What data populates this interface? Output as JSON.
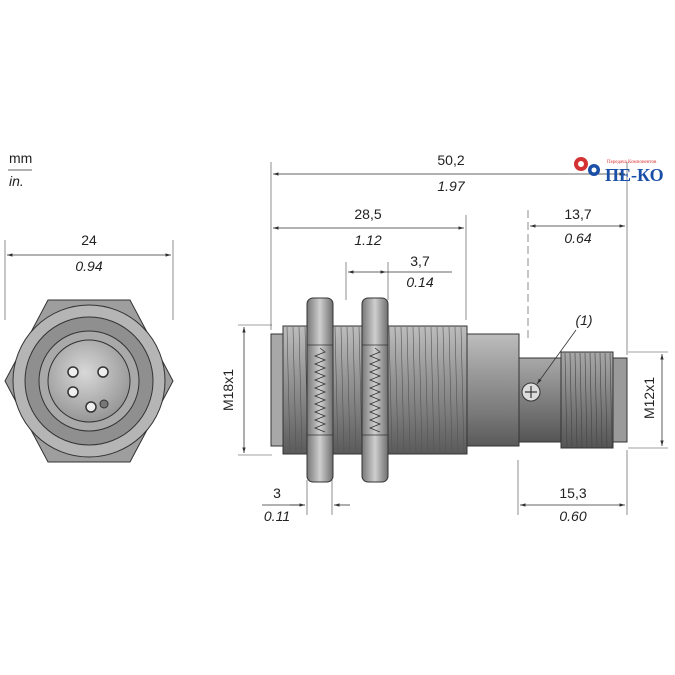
{
  "units": {
    "primary": "mm",
    "secondary": "in."
  },
  "dimensions": {
    "overall_length": {
      "mm": "50,2",
      "in": "1.97"
    },
    "thread_length": {
      "mm": "28,5",
      "in": "1.12"
    },
    "nut_thickness": {
      "mm": "3,7",
      "in": "0.14"
    },
    "connector_length": {
      "mm": "13,7",
      "in": "0.64"
    },
    "front_offset": {
      "mm": "3",
      "in": "0.11"
    },
    "rear_length": {
      "mm": "15,3",
      "in": "0.60"
    },
    "hex_width": {
      "mm": "24",
      "in": "0.94"
    }
  },
  "thread_labels": {
    "main": "M18x1",
    "connector": "M12x1"
  },
  "callout": "(1)",
  "logo": {
    "main": "ПЕ-КО",
    "sub": "Передача Компонентов"
  },
  "colors": {
    "body": "#8a8a8a",
    "dark": "#4a4a4a",
    "light": "#c8c8c8",
    "logo_blue": "#1a4fa8",
    "logo_red": "#d33333"
  }
}
